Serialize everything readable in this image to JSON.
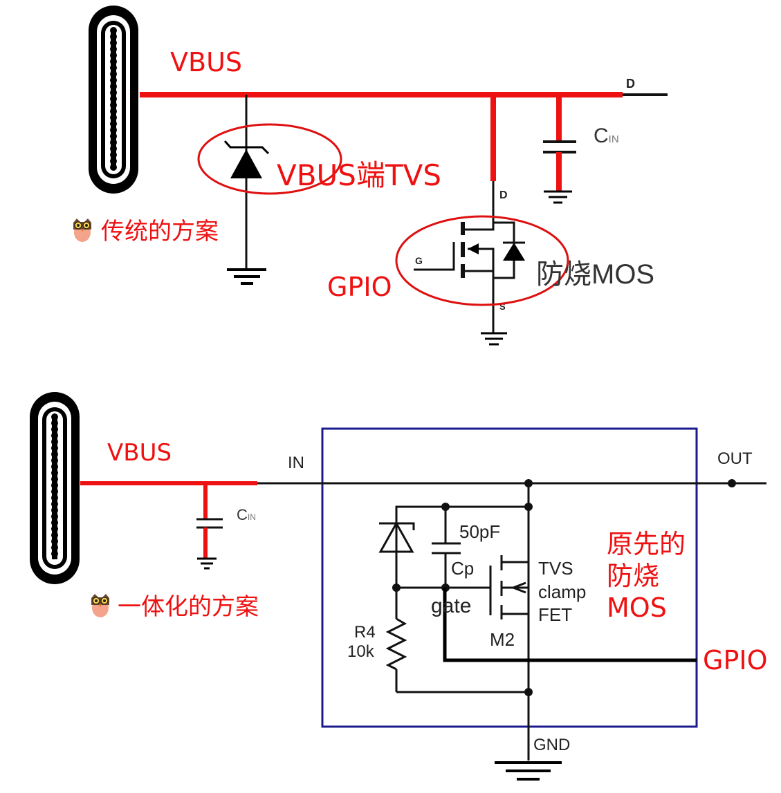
{
  "colors": {
    "wire_red": "#ee1111",
    "wire_black": "#111111",
    "box_blue": "#1a1a8c",
    "annotation_red": "#dd1111"
  },
  "top_diagram": {
    "vbus_label": "VBUS",
    "tvs_label": "VBUS端TVS",
    "scheme_label": "传统的方案",
    "scheme_icon": "owl-icon",
    "gpio_label": "GPIO",
    "mos_label": "防烧MOS",
    "cin_label": "C",
    "cin_sub": "IN",
    "pin_d_top": "D",
    "pin_d": "D",
    "pin_g": "G",
    "pin_s": "S"
  },
  "bottom_diagram": {
    "vbus_label": "VBUS",
    "cin_label": "C",
    "cin_sub": "IN",
    "scheme_label": "一体化的方案",
    "scheme_icon": "owl-icon",
    "in_label": "IN",
    "out_label": "OUT",
    "gnd_label": "GND",
    "cap_value": "50pF",
    "cap_name": "Cp",
    "gate_label": "gate",
    "fet_label_line1": "TVS",
    "fet_label_line2": "clamp",
    "fet_label_line3": "FET",
    "fet_name": "M2",
    "resistor_name": "R4",
    "resistor_value": "10k",
    "annotation_line1": "原先的",
    "annotation_line2": "防烧",
    "annotation_line3": "MOS",
    "gpio_label": "GPIO"
  }
}
